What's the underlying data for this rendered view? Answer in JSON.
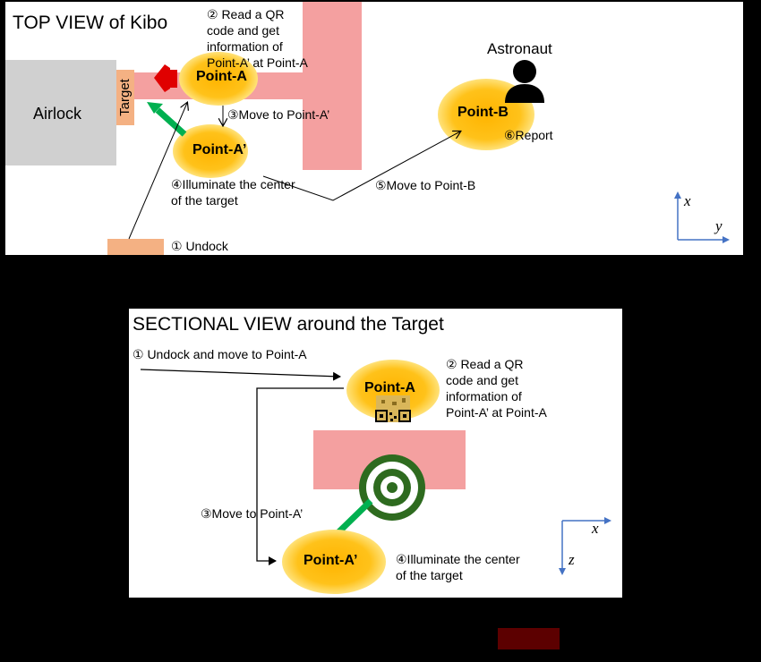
{
  "top_view": {
    "title": "TOP VIEW of Kibo",
    "airlock_label": "Airlock",
    "target_label": "Target",
    "point_a": "Point-A",
    "point_a_prime": "Point-A’",
    "point_b": "Point-B",
    "astronaut_label": "Astronaut",
    "step1": "① Undock",
    "step2_lines": [
      "② Read a QR",
      "code and get",
      "information of",
      "Point-A’ at Point-A"
    ],
    "step3": "③Move to Point-A’",
    "step4_lines": [
      "④Illuminate the center",
      "of the target"
    ],
    "step5": "⑤Move to Point-B",
    "step6": "⑥Report",
    "axis_x": "x",
    "axis_y": "y"
  },
  "sectional_view": {
    "title": "SECTIONAL VIEW around the Target",
    "point_a": "Point-A",
    "point_a_prime": "Point-A’",
    "step1": "① Undock and move to Point-A",
    "step2_lines": [
      "② Read a QR",
      "code and get",
      "information of",
      "Point-A’ at Point-A"
    ],
    "step3": "③Move to Point-A’",
    "step4_lines": [
      "④Illuminate the center",
      "of the target"
    ],
    "axis_x": "x",
    "axis_z": "z"
  },
  "colors": {
    "background": "#000000",
    "panel": "#ffffff",
    "airlock": "#d0d0d0",
    "target": "#f4b183",
    "module_pink": "#f4a0a0",
    "point_ellipse": "#ffc000",
    "laser_green": "#00b050",
    "robot_red": "#e00000",
    "bullseye_dark": "#2e6b1f",
    "axis_blue": "#4472c4",
    "footer_block": "#5c0000"
  }
}
